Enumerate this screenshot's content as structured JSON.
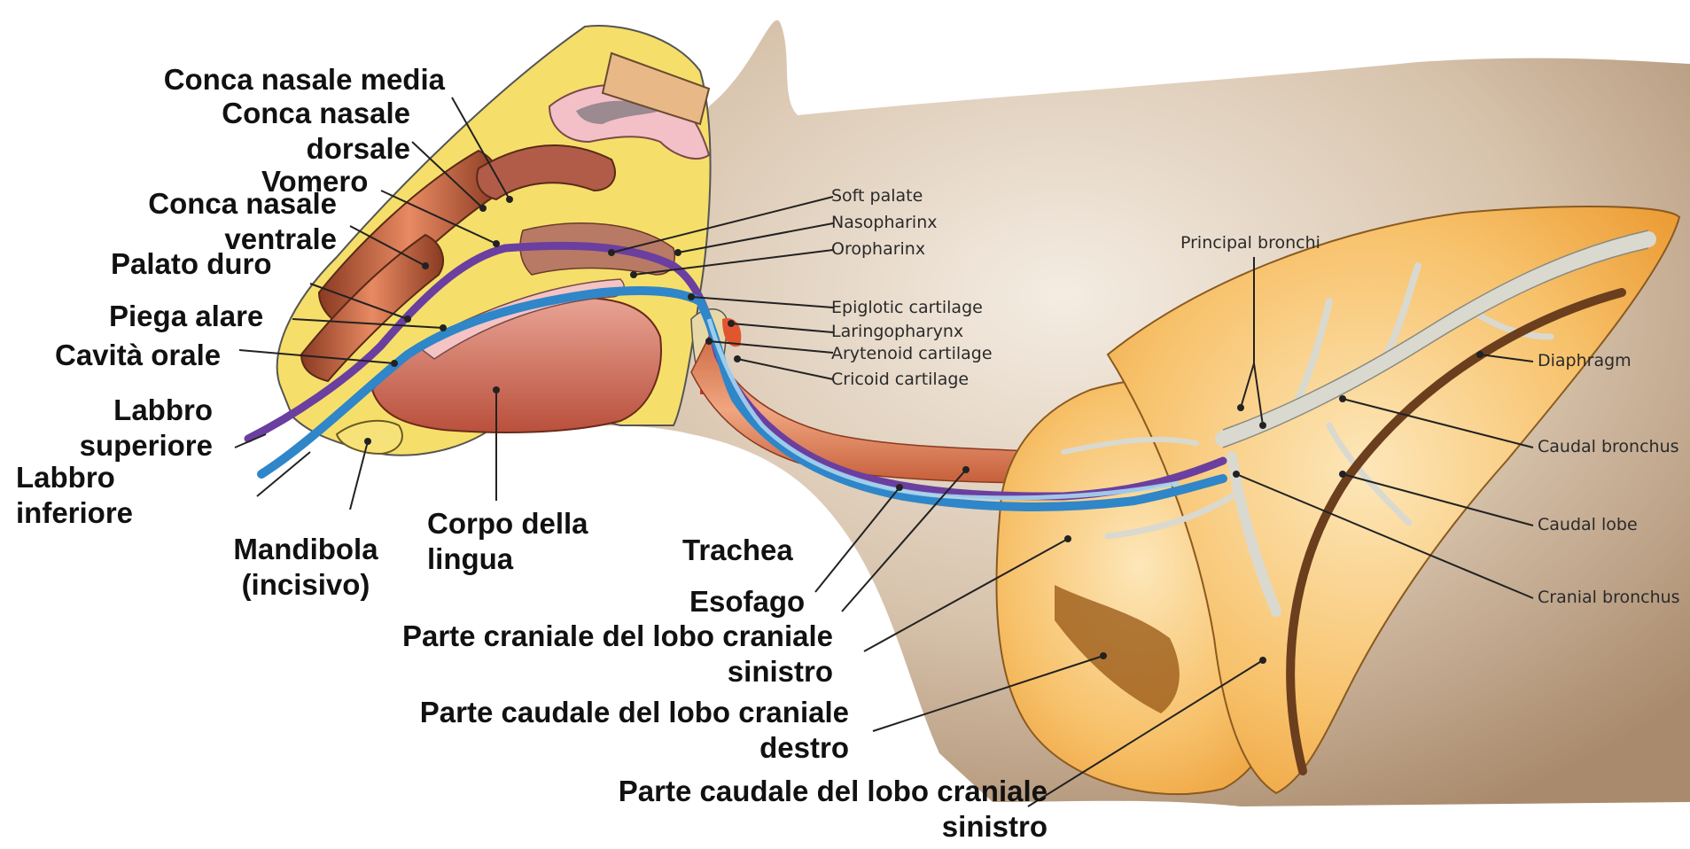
{
  "labels_it": {
    "conca_media": "Conca nasale media",
    "conca_dorsale_1": "Conca nasale",
    "conca_dorsale_2": "dorsale",
    "vomero": "Vomero",
    "conca_ventrale_1": "Conca nasale",
    "conca_ventrale_2": "ventrale",
    "palato_duro": "Palato duro",
    "piega_alare": "Piega alare",
    "cavita_orale": "Cavità orale",
    "labbro_sup_1": "Labbro",
    "labbro_sup_2": "superiore",
    "labbro_inf_1": "Labbro",
    "labbro_inf_2": "inferiore",
    "mandibola_1": "Mandibola",
    "mandibola_2": "(incisivo)",
    "corpo_lingua_1": "Corpo della",
    "corpo_lingua_2": "lingua",
    "trachea": "Trachea",
    "esofago": "Esofago",
    "parte_cranial_sx_1": "Parte craniale del lobo craniale",
    "parte_cranial_sx_2": "sinistro",
    "parte_caudale_dx_1": "Parte caudale del lobo craniale",
    "parte_caudale_dx_2": "destro",
    "parte_caudale_sx_1": "Parte caudale del lobo craniale",
    "parte_caudale_sx_2": "sinistro"
  },
  "labels_en": {
    "soft_palate": "Soft palate",
    "nasopharynx": "Nasopharinx",
    "oropharynx": "Oropharinx",
    "epiglottic": "Epiglotic cartilage",
    "laringopharynx": "Laringopharynx",
    "arytenoid": "Arytenoid cartilage",
    "cricoid": "Cricoid cartilage",
    "principal_bronchi": "Principal bronchi",
    "diaphragm": "Diaphragm",
    "caudal_bronchus": "Caudal bronchus",
    "caudal_lobe": "Caudal lobe",
    "cranial_bronchus": "Cranial bronchus"
  },
  "colors": {
    "body_tan": "#c8b29a",
    "head_yellow": "#f5df6a",
    "lung_orange": "#f5b04d",
    "muscle_red": "#c9553a",
    "tongue": "#d0776a",
    "airway_blue": "#2f86c8",
    "food_purple": "#6a3fa0",
    "bronchi_grey": "#dcdcd4",
    "diaphragm_brown": "#6b3e1e"
  }
}
